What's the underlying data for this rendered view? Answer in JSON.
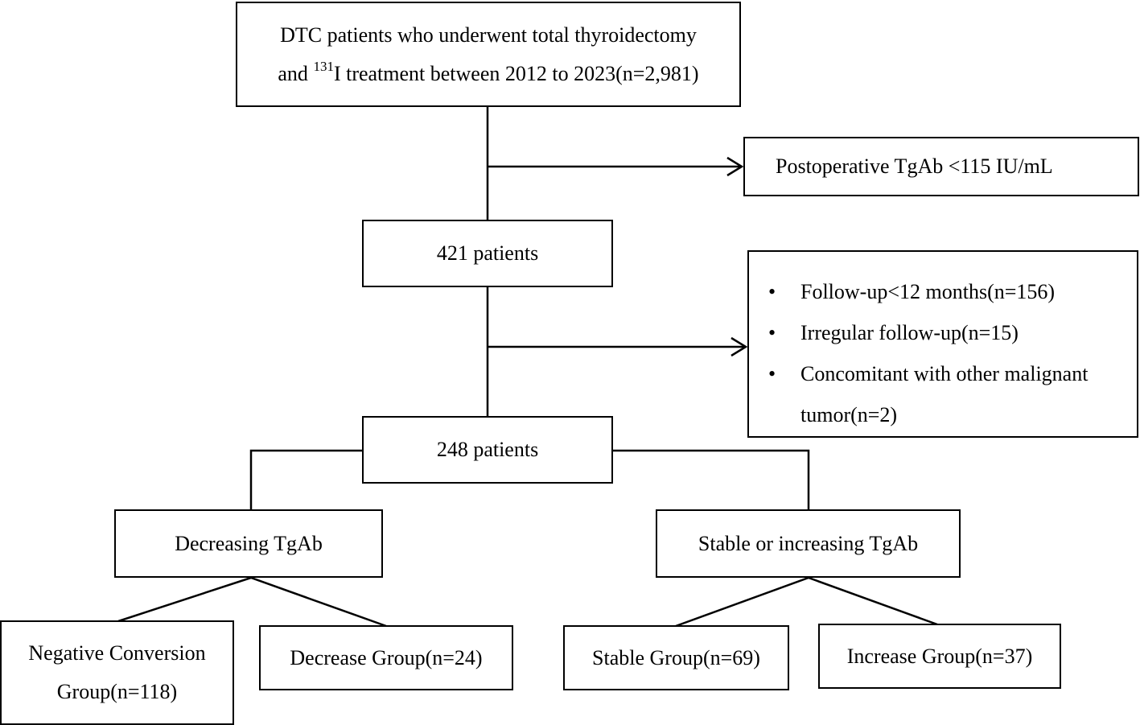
{
  "flowchart": {
    "start": {
      "line1": "DTC patients who underwent total thyroidectomy",
      "line2_prefix": "and ",
      "line2_sup": "131",
      "line2_suffix": "I treatment between 2012 to 2023(n=2,981)"
    },
    "exclusion1": {
      "text": "Postoperative TgAb <115 IU/mL"
    },
    "step1": {
      "text": "421 patients"
    },
    "exclusion2": {
      "items": [
        "Follow-up<12 months(n=156)",
        "Irregular follow-up(n=15)",
        "Concomitant with other malignant tumor(n=2)"
      ]
    },
    "step2": {
      "text": "248 patients"
    },
    "branch_left": {
      "text": "Decreasing TgAb"
    },
    "branch_right": {
      "text": "Stable or increasing TgAb"
    },
    "groups": {
      "negative_conversion": "Negative Conversion Group(n=118)",
      "decrease": "Decrease Group(n=24)",
      "stable": "Stable Group(n=69)",
      "increase": "Increase Group(n=37)"
    }
  }
}
